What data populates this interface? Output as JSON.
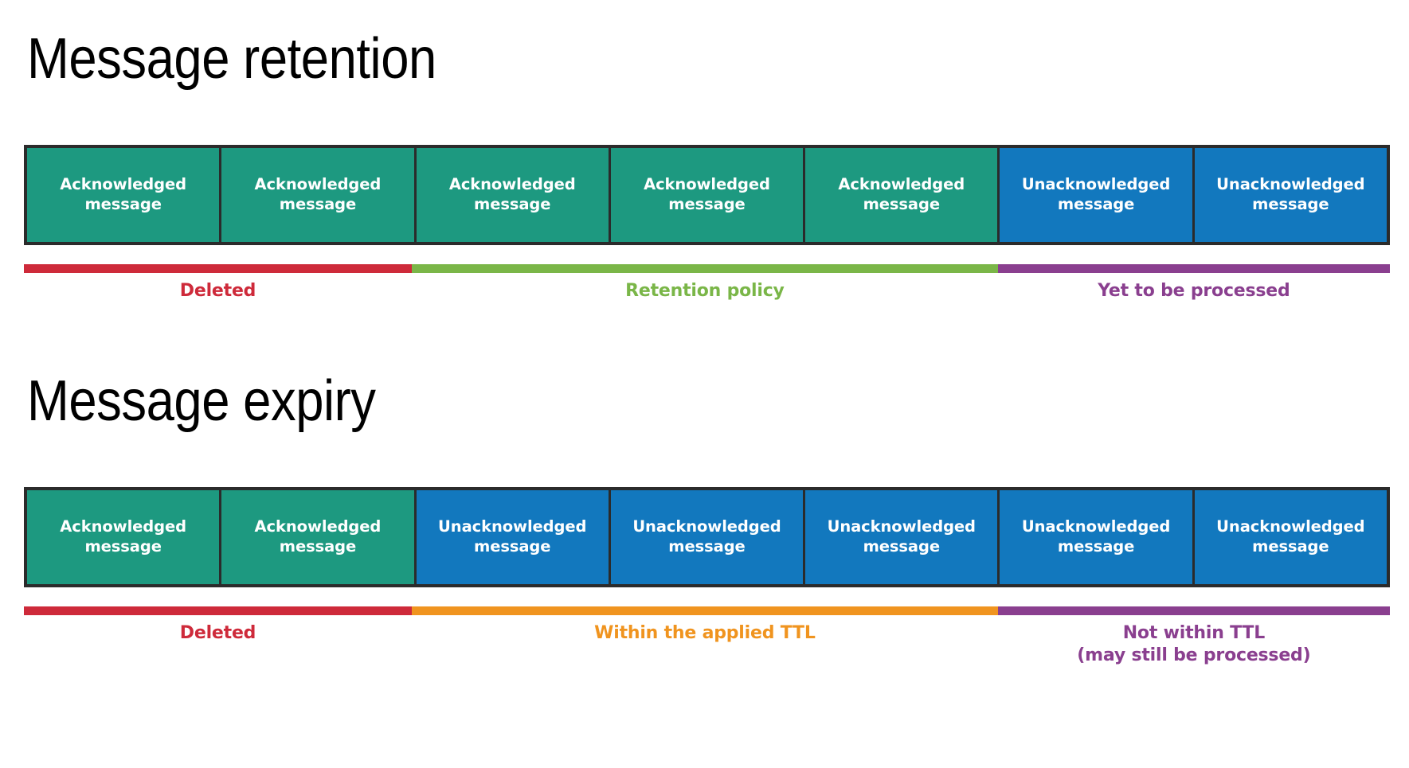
{
  "page": {
    "background": "#ffffff",
    "box_border_color": "#2b2b2b"
  },
  "colors": {
    "acknowledged": "#1D9980",
    "unacknowledged": "#1278BE",
    "deleted": "#CE2A3A",
    "retention": "#7AB648",
    "ttl": "#F0941F",
    "purple": "#8A3F8F"
  },
  "sections": [
    {
      "id": "retention",
      "title": "Message retention",
      "boxes": [
        {
          "label": "Acknowledged\nmessage",
          "state": "ack"
        },
        {
          "label": "Acknowledged\nmessage",
          "state": "ack"
        },
        {
          "label": "Acknowledged\nmessage",
          "state": "ack"
        },
        {
          "label": "Acknowledged\nmessage",
          "state": "ack"
        },
        {
          "label": "Acknowledged\nmessage",
          "state": "ack"
        },
        {
          "label": "Unacknowledged\nmessage",
          "state": "unack"
        },
        {
          "label": "Unacknowledged\nmessage",
          "state": "unack"
        }
      ],
      "legend": [
        {
          "label": "Deleted",
          "color": "#CE2A3A",
          "start_pct": 0.0,
          "end_pct": 28.4
        },
        {
          "label": "Retention policy",
          "color": "#7AB648",
          "start_pct": 28.4,
          "end_pct": 71.3
        },
        {
          "label": "Yet to be processed",
          "color": "#8A3F8F",
          "start_pct": 71.3,
          "end_pct": 100.0
        }
      ]
    },
    {
      "id": "expiry",
      "title": "Message expiry",
      "boxes": [
        {
          "label": "Acknowledged\nmessage",
          "state": "ack"
        },
        {
          "label": "Acknowledged\nmessage",
          "state": "ack"
        },
        {
          "label": "Unacknowledged\nmessage",
          "state": "unack"
        },
        {
          "label": "Unacknowledged\nmessage",
          "state": "unack"
        },
        {
          "label": "Unacknowledged\nmessage",
          "state": "unack"
        },
        {
          "label": "Unacknowledged\nmessage",
          "state": "unack"
        },
        {
          "label": "Unacknowledged\nmessage",
          "state": "unack"
        }
      ],
      "legend": [
        {
          "label": "Deleted",
          "color": "#CE2A3A",
          "start_pct": 0.0,
          "end_pct": 28.4
        },
        {
          "label": "Within the applied TTL",
          "color": "#F0941F",
          "start_pct": 28.4,
          "end_pct": 71.3
        },
        {
          "label": "Not within TTL\n(may still be processed)",
          "color": "#8A3F8F",
          "start_pct": 71.3,
          "end_pct": 100.0
        }
      ]
    }
  ]
}
